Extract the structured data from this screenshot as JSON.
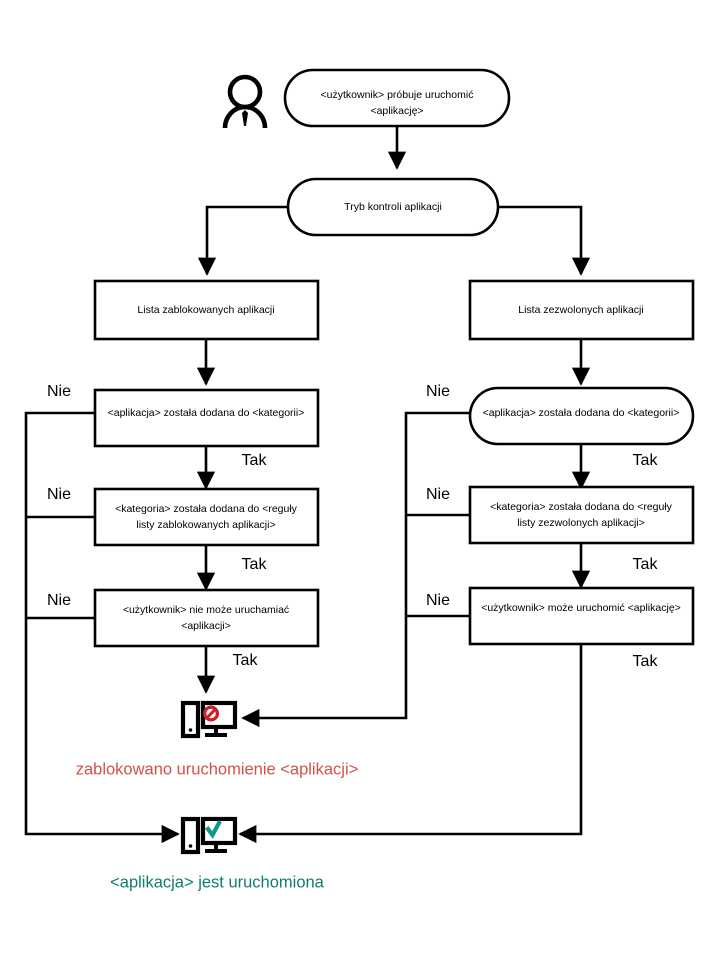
{
  "diagram": {
    "title": "Kaspersky Application Control decision flow",
    "language": "pl",
    "colors": {
      "stroke": "#000000",
      "blocked_text": "#d2524a",
      "allowed_text": "#0f7d6e",
      "deny_icon": "#cc1f26",
      "check_icon": "#0f9b86",
      "background": "#ffffff"
    },
    "actor": {
      "icon": "user-person-icon"
    },
    "nodes": {
      "start": "<użytkownik> próbuje uruchomić <aplikację>",
      "start_line1": "<użytkownik> próbuje uruchomić",
      "start_line2": "<aplikację>",
      "mode": "Tryb kontroli aplikacji",
      "denylist": "Lista zablokowanych aplikacji",
      "allowlist": "Lista zezwolonych aplikacji",
      "deny_app_category": "<aplikacja>  została dodana do <kategorii>",
      "allow_app_category": "<aplikacja>  została dodana do <kategorii>",
      "deny_category_rule_line1": "<kategoria> została dodana do <reguły",
      "deny_category_rule_line2": "listy zablokowanych aplikacji>",
      "allow_category_rule_line1": "<kategoria> została dodana do <reguły",
      "allow_category_rule_line2": "listy zezwolonych aplikacji>",
      "deny_user_line1": "<użytkownik> nie może uruchamiać",
      "deny_user_line2": "<aplikacji>",
      "allow_user": "<użytkownik> może uruchomić <aplikację>"
    },
    "edge_labels": {
      "yes": "Tak",
      "no": "Nie",
      "left_no_1": "Nie",
      "left_no_2": "Nie",
      "left_no_3": "Nie",
      "left_yes_1": "Tak",
      "left_yes_2": "Tak",
      "left_yes_3": "Tak",
      "right_no_1": "Nie",
      "right_no_2": "Nie",
      "right_no_3": "Nie",
      "right_yes_1": "Tak",
      "right_yes_2": "Tak",
      "right_yes_3": "Tak"
    },
    "outcomes": {
      "blocked": {
        "icon": "computer-blocked-icon",
        "label": "zablokowano uruchomienie <aplikacji>"
      },
      "allowed": {
        "icon": "computer-allowed-icon",
        "label": "<aplikacja> jest uruchomiona"
      }
    }
  },
  "chart_data": {
    "type": "diagram",
    "flow": "decision-tree",
    "branches": [
      {
        "side": "left",
        "list": "Lista zablokowanych aplikacji",
        "steps": [
          "<aplikacja>  została dodana do <kategorii>",
          "<kategoria> została dodana do <reguły listy zablokowanych aplikacji>",
          "<użytkownik> nie może uruchamiać <aplikacji>"
        ],
        "yes_outcome": "zablokowano uruchomienie <aplikacji>",
        "no_outcome": "<aplikacja> jest uruchomiona"
      },
      {
        "side": "right",
        "list": "Lista zezwolonych aplikacji",
        "steps": [
          "<aplikacja>  została dodana do <kategorii>",
          "<kategoria> została dodana do <reguły listy zezwolonych aplikacji>",
          "<użytkownik> może uruchomić <aplikację>"
        ],
        "yes_outcome": "<aplikacja> jest uruchomiona",
        "no_outcome": "zablokowano uruchomienie <aplikacji>"
      }
    ]
  }
}
